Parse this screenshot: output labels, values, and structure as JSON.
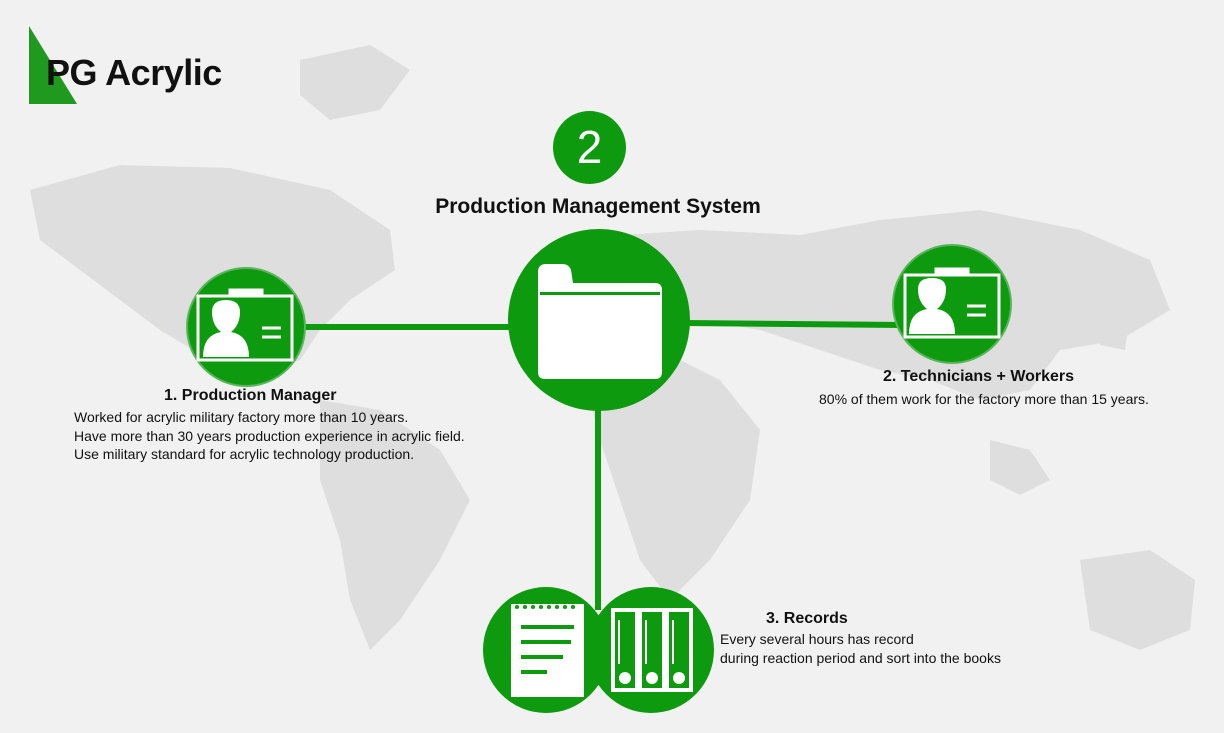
{
  "brand": {
    "name": "PG Acrylic",
    "accent_color": "#0e9a0e"
  },
  "step_number": "2",
  "title": "Production Management System",
  "hub": {
    "icon": "folder-icon"
  },
  "nodes": [
    {
      "heading": "1. Production Manager",
      "icon": "id-card-icon",
      "lines": [
        "Worked for acrylic military factory more than 10 years.",
        "Have more than 30 years production experience in acrylic field.",
        "Use military standard for acrylic technology production."
      ]
    },
    {
      "heading": "2. Technicians + Workers",
      "icon": "id-card-icon",
      "lines": [
        "80% of them work for the factory more than 15 years."
      ]
    },
    {
      "heading": "3. Records",
      "icons": [
        "notepad-icon",
        "binders-icon"
      ],
      "lines": [
        "Every several hours has record",
        "during reaction period and sort into the books"
      ]
    }
  ]
}
